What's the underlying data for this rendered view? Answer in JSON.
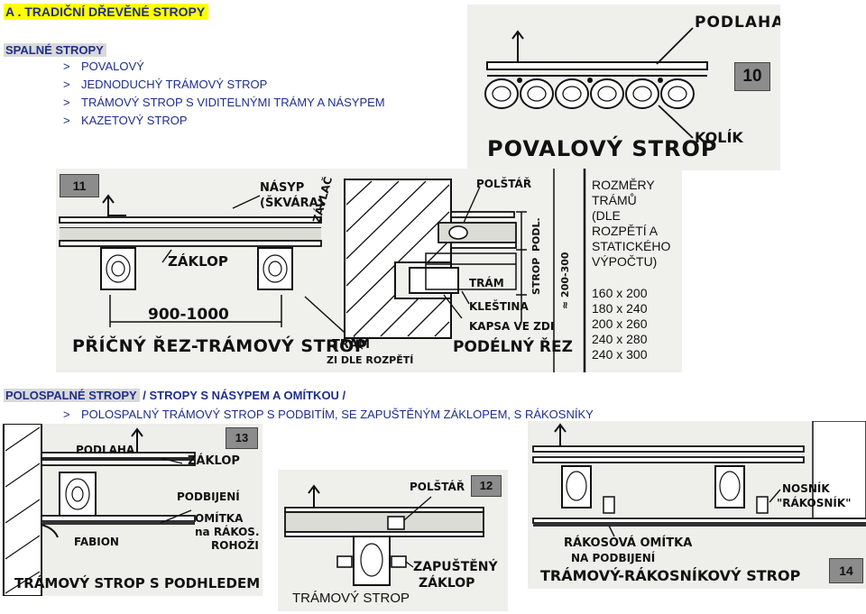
{
  "title": "A .  TRADIČNÍ DŘEVĚNÉ STROPY",
  "section1": {
    "heading": "SPALNÉ STROPY",
    "items": [
      "POVALOVÝ",
      "JEDNODUCHÝ TRÁMOVÝ STROP",
      "TRÁMOVÝ STROP S VIDITELNÝMI TRÁMY A NÁSYPEM",
      "KAZETOVÝ STROP"
    ]
  },
  "section2": {
    "heading": "POLOSPALNÉ STROPY",
    "heading_rest": " / STROPY S  NÁSYPEM A  OMÍTKOU /",
    "items": [
      "POLOSPALNÝ TRÁMOVÝ STROP S PODBITÍM, SE ZAPUŠTĚNÝM ZÁKLOPEM, S RÁKOSNÍKY"
    ]
  },
  "bullet": ">",
  "fig10": {
    "badge": "10",
    "label_floor": "PODLAHA",
    "label_peg": "KOLÍK",
    "caption": "POVALOVÝ STROP"
  },
  "fig11": {
    "badge": "11",
    "label_fill": "NÁSYP",
    "label_fill2": "(ŠKVÁRA)",
    "label_boards": "ZÁKLOP",
    "label_spacing": "900-1000",
    "caption_left": "PŘÍČNÝ ŘEZ-TRÁMOVÝ STROP",
    "label_anchor": "ZÁVLAČ",
    "label_pad": "POLŠTÁŘ",
    "label_floor": "PODL.",
    "label_ceiling": "STROP",
    "label_height": "≈ 200-300",
    "label_beam": "TRÁM",
    "label_clamp": "KLEŠTINA",
    "label_pocket": "KAPSA VE ZDI",
    "caption_right": "PODÉLNÝ ŘEZ",
    "label_beam_by_span": "TRÁM",
    "label_beam_by_span2": "ZI DLE ROZPĚTÍ",
    "dims_title": [
      "ROZMĚRY",
      "TRÁMŮ",
      "(DLE",
      "ROZPĚTÍ A",
      "STATICKÉHO",
      "VÝPOČTU)"
    ],
    "dims": [
      "160 x 200",
      "180 x 240",
      "200 x 260",
      "240 x 280",
      "240 x 300"
    ]
  },
  "fig13": {
    "badge": "13",
    "label_floor": "PODLAHA",
    "label_boards": "ZÁKLOP",
    "label_boarding": "PODBIJENÍ",
    "label_plaster": "OMÍTKA",
    "label_plaster2": "na RÁKOS.",
    "label_plaster3": "ROHOŽI",
    "label_fabion": "FABION",
    "caption": "TRÁMOVÝ STROP S PODHLEDEM"
  },
  "fig12": {
    "badge": "12",
    "label_pad": "POLŠTÁŘ",
    "label_sunk": "ZAPUŠTĚNÝ",
    "label_sunk2": "ZÁKLOP",
    "caption": "TRÁMOVÝ  STROP"
  },
  "fig14": {
    "badge": "14",
    "label_carrier": "NOSNÍK",
    "label_carrier2": "\"RÁKOSNÍK\"",
    "label_plaster": "RÁKOSOVÁ OMÍTKA",
    "label_plaster2": "NA PODBIJENÍ",
    "caption": "TRÁMOVÝ-RÁKOSNÍKOVÝ STROP"
  }
}
